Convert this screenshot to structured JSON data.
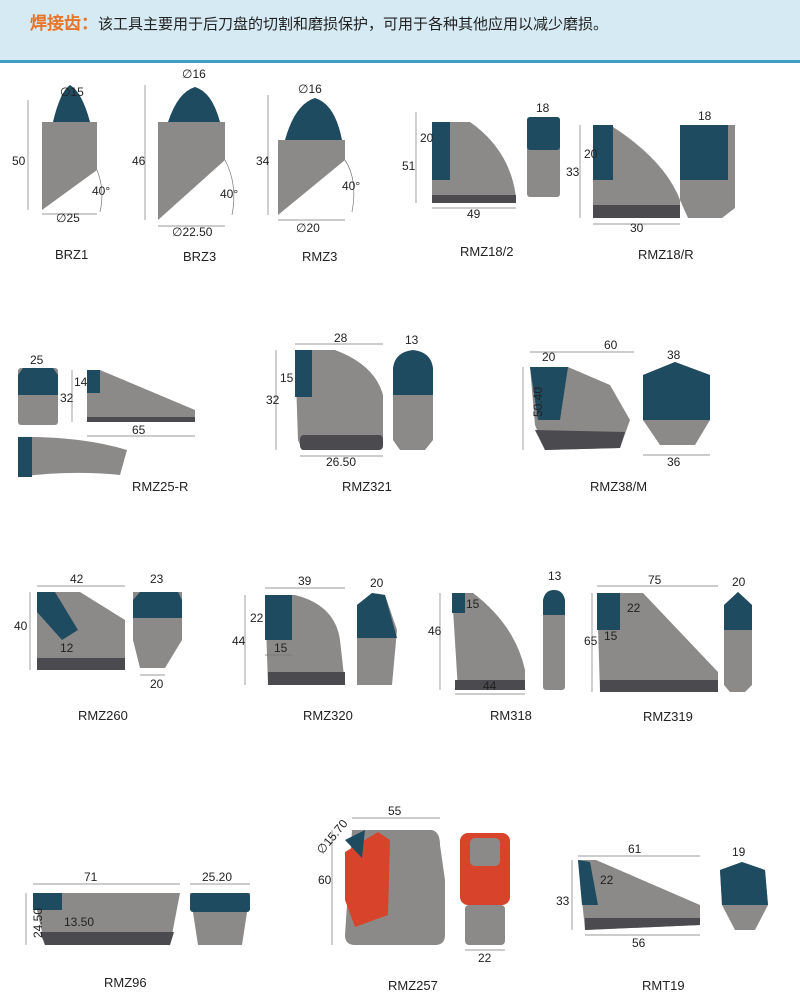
{
  "header": {
    "keyword": "焊接齿：",
    "text": "该工具主要用于后刀盘的切割和磨损保护，可用于各种其他应用以减少磨损。"
  },
  "colors": {
    "body": "#8c8a89",
    "base": "#4b4a4e",
    "tip": "#1f4b60",
    "red": "#d8442b",
    "accent": "#e8742a",
    "header_bg": "#d5eaf2"
  },
  "items": [
    {
      "model": "BRZ1",
      "dims": [
        "∅15",
        "50",
        "40°",
        "∅25"
      ]
    },
    {
      "model": "BRZ3",
      "dims": [
        "∅16",
        "46",
        "40°",
        "∅22.50"
      ]
    },
    {
      "model": "RMZ3",
      "dims": [
        "∅16",
        "34",
        "40°",
        "∅20"
      ]
    },
    {
      "model": "RMZ18/2",
      "dims": [
        "20",
        "51",
        "49",
        "18"
      ]
    },
    {
      "model": "RMZ18/R",
      "dims": [
        "20",
        "33",
        "30",
        "18"
      ]
    },
    {
      "model": "RMZ25-R",
      "dims": [
        "25",
        "14",
        "32",
        "65"
      ]
    },
    {
      "model": "RMZ321",
      "dims": [
        "28",
        "15",
        "32",
        "26.50",
        "13"
      ]
    },
    {
      "model": "RMZ38/M",
      "dims": [
        "20",
        "60",
        "50.40",
        "38",
        "36"
      ]
    },
    {
      "model": "RMZ260",
      "dims": [
        "42",
        "40",
        "12",
        "23",
        "20"
      ]
    },
    {
      "model": "RMZ320",
      "dims": [
        "39",
        "22",
        "44",
        "15",
        "20"
      ]
    },
    {
      "model": "RM318",
      "dims": [
        "15",
        "46",
        "44",
        "13"
      ]
    },
    {
      "model": "RMZ319",
      "dims": [
        "75",
        "22",
        "15",
        "65",
        "20"
      ]
    },
    {
      "model": "RMZ96",
      "dims": [
        "71",
        "24.50",
        "13.50",
        "25.20"
      ]
    },
    {
      "model": "RMZ257",
      "dims": [
        "∅15.70",
        "55",
        "60",
        "22"
      ]
    },
    {
      "model": "RMT19",
      "dims": [
        "61",
        "22",
        "33",
        "56",
        "19"
      ]
    }
  ]
}
